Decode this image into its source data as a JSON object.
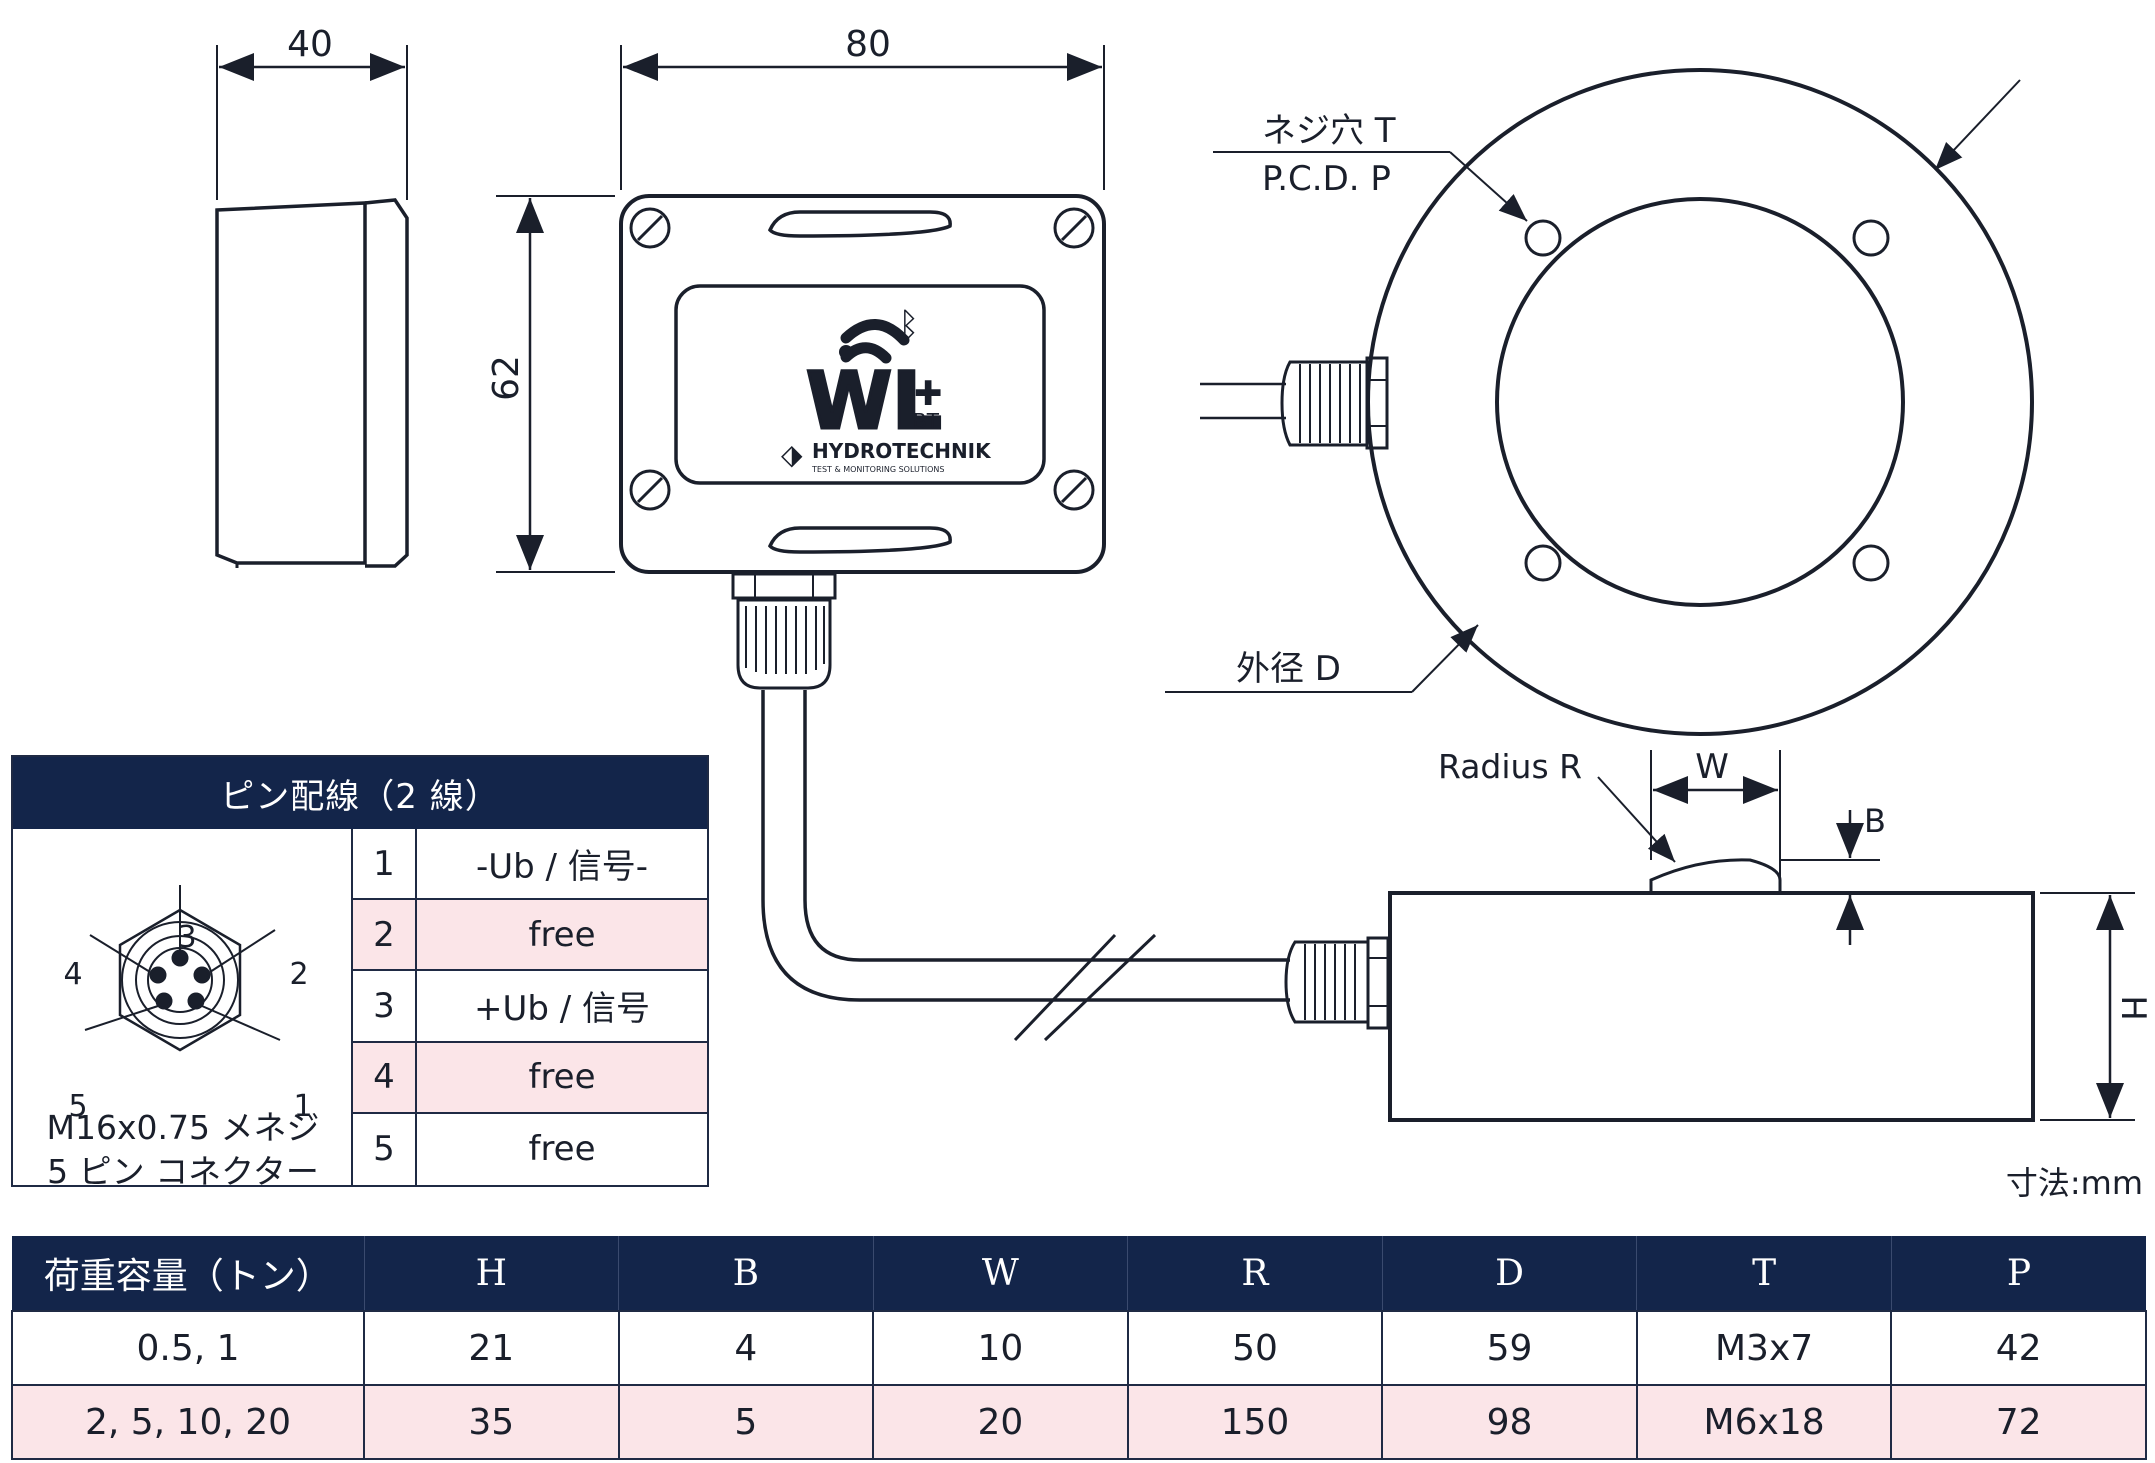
{
  "dimensions": {
    "width_mm": "40",
    "length_mm": "80",
    "height_mm": "62"
  },
  "ring_labels": {
    "thread_hole": "ネジ穴 T",
    "pcd": "P.C.D. P",
    "outer_diameter": "外径 D"
  },
  "side_labels": {
    "radius": "Radius R",
    "w": "W",
    "b": "B",
    "h": "H"
  },
  "logo": {
    "brand": "HYDROTECHNIK",
    "tagline": "TEST & MONITORING SOLUTIONS",
    "product": "WL",
    "product_suffix": "BT"
  },
  "pin_table": {
    "title": "ピン配線（2 線）",
    "connector_pins": [
      "1",
      "2",
      "3",
      "4",
      "5"
    ],
    "connector_line1": "M16x0.75 メネジ",
    "connector_line2": "5 ピン コネクター",
    "rows": [
      {
        "pin": "1",
        "desc": "-Ub / 信号-"
      },
      {
        "pin": "2",
        "desc": "free"
      },
      {
        "pin": "3",
        "desc": "+Ub / 信号"
      },
      {
        "pin": "4",
        "desc": "free"
      },
      {
        "pin": "5",
        "desc": "free"
      }
    ]
  },
  "unit_note": "寸法:mm",
  "spec_table": {
    "headers": [
      "荷重容量（トン）",
      "H",
      "B",
      "W",
      "R",
      "D",
      "T",
      "P"
    ],
    "rows": [
      [
        "0.5, 1",
        "21",
        "4",
        "10",
        "50",
        "59",
        "M3x7",
        "42"
      ],
      [
        "2, 5, 10, 20",
        "35",
        "5",
        "20",
        "150",
        "98",
        "M6x18",
        "72"
      ]
    ]
  },
  "colors": {
    "header_navy": "#13254a",
    "row_pink": "#fbe5e8",
    "line": "#1a1f2b"
  }
}
